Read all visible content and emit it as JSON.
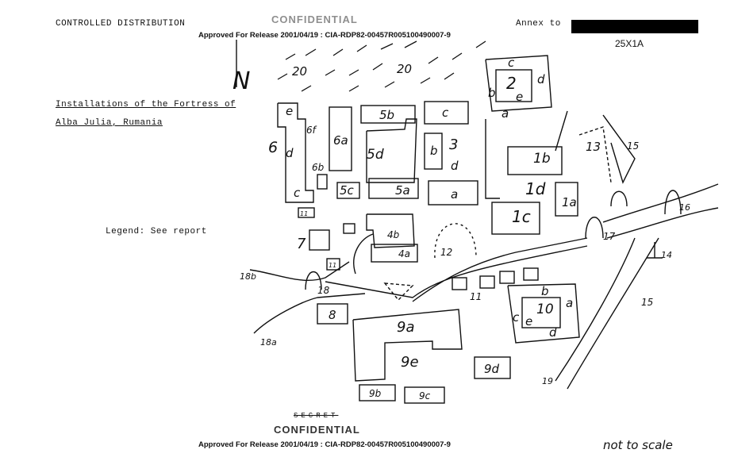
{
  "header": {
    "controlled": "CONTROLLED DISTRIBUTION",
    "stamp_top": "CONFIDENTIAL",
    "release_top": "Approved For Release 2001/04/19 : CIA-RDP82-00457R005100490007-9",
    "annex": "Annex to",
    "code": "25X1A"
  },
  "title": {
    "line1": "Installations of the Fortress of",
    "line2": "Alba Julia, Rumania"
  },
  "legend": "Legend: See report",
  "north": "N",
  "footer": {
    "secret": "SECRET",
    "stamp_bottom": "CONFIDENTIAL",
    "release_bottom": "Approved For Release 2001/04/19 : CIA-RDP82-00457R005100490007-9",
    "scale_note": "not to scale"
  },
  "map_labels": {
    "l20a": "20",
    "l20b": "20",
    "l2": "2",
    "l2c": "c",
    "l2d": "d",
    "l2b": "b",
    "l2e": "e",
    "l2a": "a",
    "l6e": "e",
    "l6f": "6f",
    "l6a": "6a",
    "l6": "6",
    "l6d": "d",
    "l6b": "6b",
    "l6c": "c",
    "l5b": "5b",
    "l3c": "c",
    "l3": "3",
    "l3b": "b",
    "l3d": "d",
    "l5d": "5d",
    "l5c": "5c",
    "l5a": "5a",
    "l3a": "a",
    "l1b": "1b",
    "l1d": "1d",
    "l1a": "1a",
    "l1c": "1c",
    "l13": "13",
    "l15a": "15",
    "l16": "16",
    "l17": "17",
    "l14": "14",
    "l15b": "15",
    "l4b": "4b",
    "l4a": "4a",
    "l12": "12",
    "l7": "7",
    "l11a": "11",
    "l11b": "11",
    "l11c": "11",
    "l18b": "18b",
    "l18": "18",
    "l8": "8",
    "l9a": "9a",
    "l18a": "18a",
    "l9e": "9e",
    "l9d": "9d",
    "l9b": "9b",
    "l9c": "9c",
    "l10": "10",
    "l10b": "b",
    "l10a": "a",
    "l10c": "c",
    "l10e": "e",
    "l10d": "d",
    "l19": "19"
  }
}
